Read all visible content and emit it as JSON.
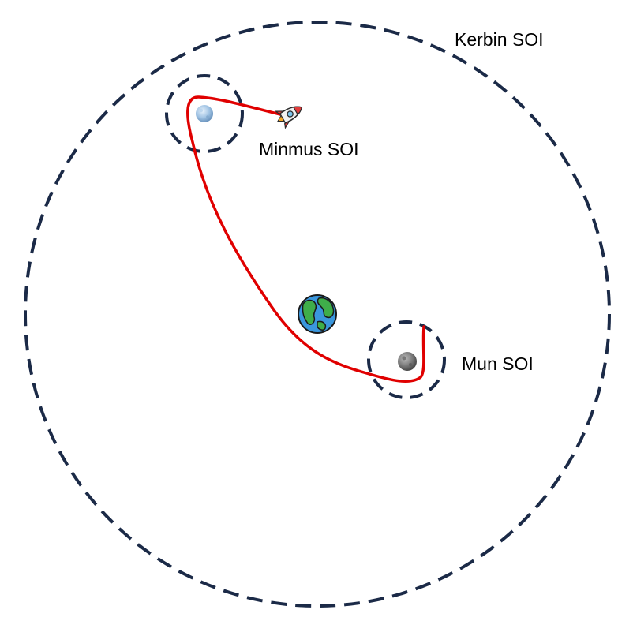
{
  "labels": {
    "kerbin_soi": "Kerbin SOI",
    "minmus_soi": "Minmus SOI",
    "mun_soi": "Mun SOI"
  },
  "colors": {
    "soi_dash": "#1b2a47",
    "trajectory": "#e00000",
    "background": "#ffffff"
  },
  "icons": {
    "planet": "earth-globe-icon",
    "minmus": "moon-blue-icon",
    "mun": "moon-grey-icon",
    "ship": "rocket-icon"
  }
}
